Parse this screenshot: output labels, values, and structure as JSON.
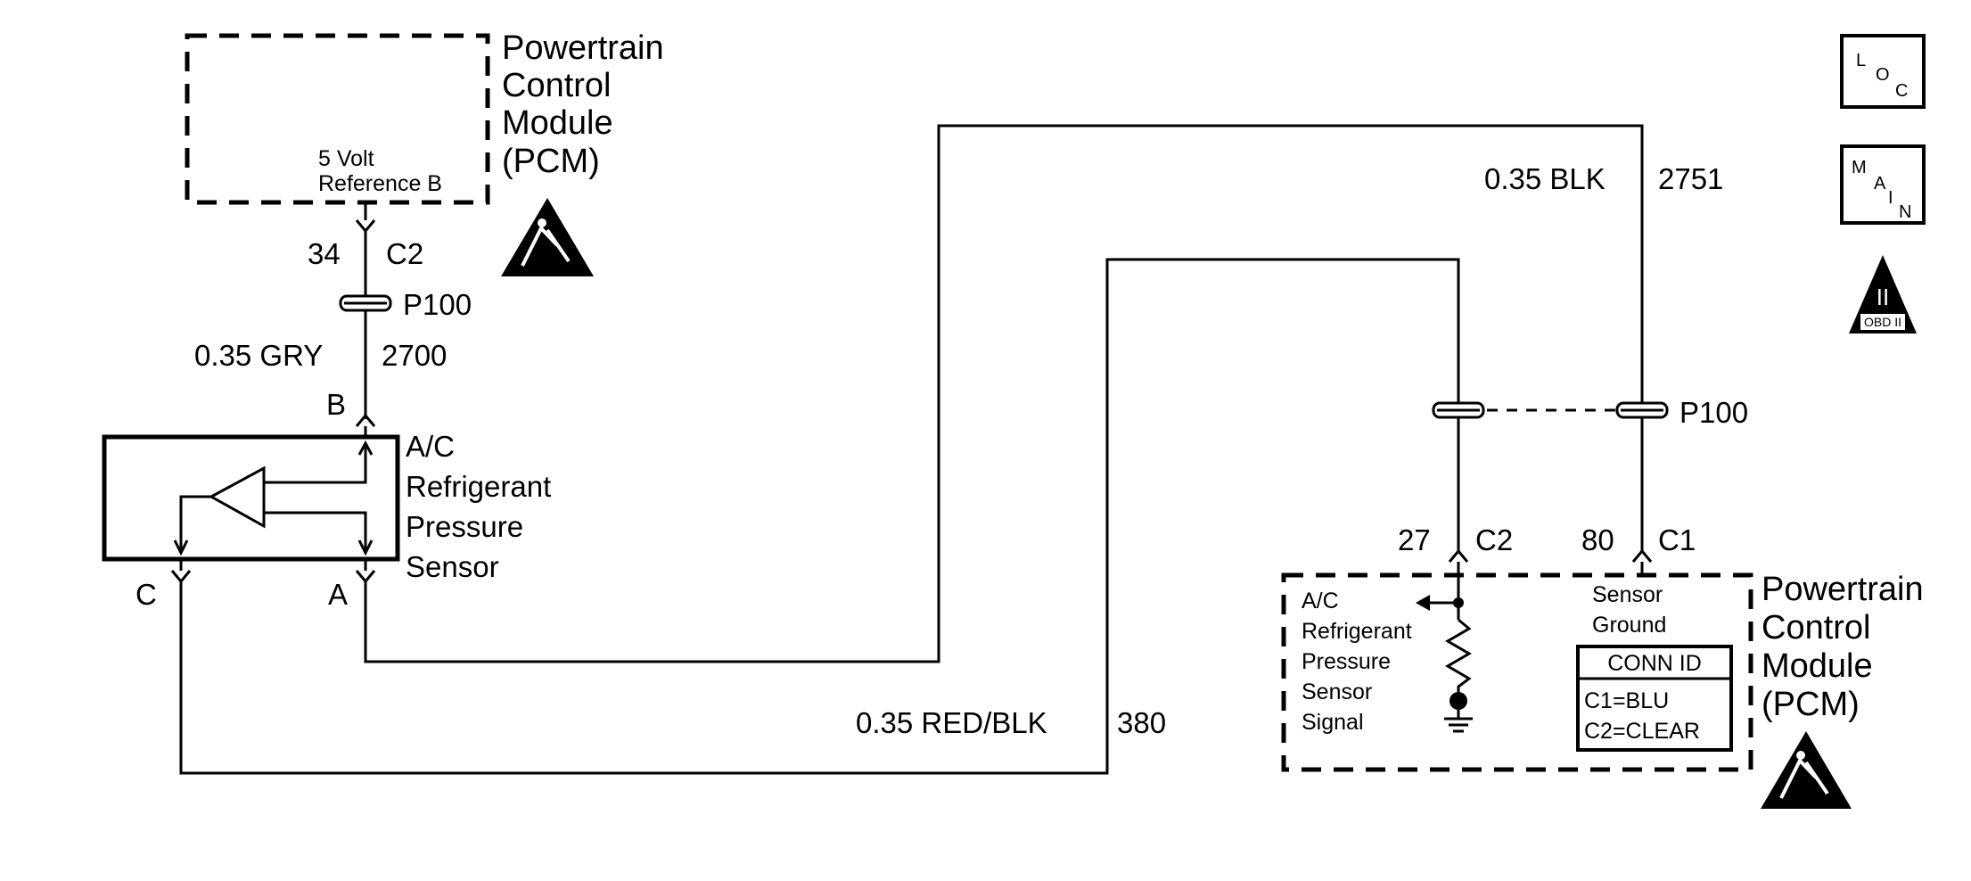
{
  "pcm_top": {
    "name_lines": [
      "Powertrain",
      "Control",
      "Module",
      "(PCM)"
    ],
    "ref_lines": [
      "5 Volt",
      "Reference B"
    ]
  },
  "conn_top": {
    "pin": "34",
    "conn": "C2"
  },
  "splice_top": {
    "label": "P100"
  },
  "wire_gry": {
    "gauge_color": "0.35 GRY",
    "circuit": "2700"
  },
  "sensor": {
    "pin_b": "B",
    "pin_a": "A",
    "pin_c": "C",
    "name_lines": [
      "A/C",
      "Refrigerant",
      "Pressure",
      "Sensor"
    ]
  },
  "wire_blk": {
    "gauge_color": "0.35 BLK",
    "circuit": "2751"
  },
  "wire_redblk": {
    "gauge_color": "0.35 RED/BLK",
    "circuit": "380"
  },
  "splice_right": {
    "label": "P100"
  },
  "conn_27": {
    "pin": "27",
    "conn": "C2"
  },
  "conn_80": {
    "pin": "80",
    "conn": "C1"
  },
  "pcm_bottom": {
    "name_lines": [
      "Powertrain",
      "Control",
      "Module",
      "(PCM)"
    ],
    "signal_lines": [
      "A/C",
      "Refrigerant",
      "Pressure",
      "Sensor",
      "Signal"
    ],
    "ground_lines": [
      "Sensor",
      "Ground"
    ],
    "conn_id": {
      "title": "CONN ID",
      "lines": [
        "C1=BLU",
        "C2=CLEAR"
      ]
    }
  },
  "icons": {
    "loc": [
      "L",
      "O",
      "C"
    ],
    "main": [
      "M",
      "A",
      "I",
      "N"
    ],
    "obd": {
      "numeral": "II",
      "label": "OBD II"
    }
  }
}
